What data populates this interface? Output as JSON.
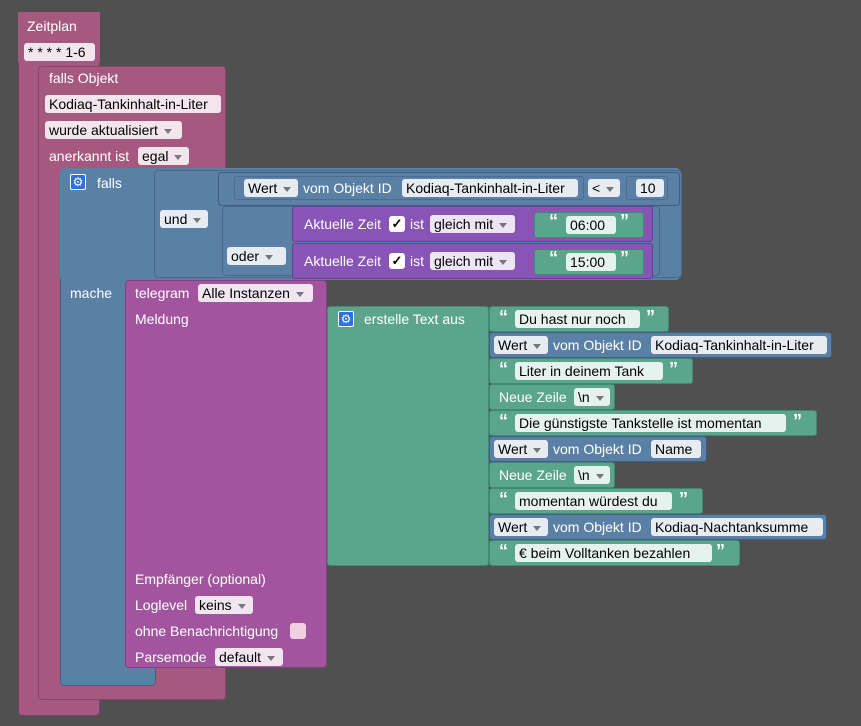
{
  "schedule": {
    "title": "Zeitplan",
    "cron": "* * * * 1-6"
  },
  "trigger": {
    "title": "falls Objekt",
    "object_id": "Kodiaq-Tankinhalt-in-Liter",
    "event": "wurde aktualisiert",
    "ack_label": "anerkannt ist",
    "ack_value": "egal"
  },
  "if_block": {
    "if_label": "falls",
    "do_label": "mache",
    "and_label": "und",
    "or_label": "oder"
  },
  "compare": {
    "value_dropdown": "Wert",
    "of_object_label": "vom Objekt ID",
    "object_id": "Kodiaq-Tankinhalt-in-Liter",
    "operator": "<",
    "number": "10"
  },
  "time_conditions": [
    {
      "label": "Aktuelle Zeit",
      "checked": "✓",
      "is_label": "ist",
      "op": "gleich mit",
      "time": "06:00"
    },
    {
      "label": "Aktuelle Zeit",
      "checked": "✓",
      "is_label": "ist",
      "op": "gleich mit",
      "time": "15:00"
    }
  ],
  "telegram": {
    "label": "telegram",
    "instance": "Alle Instanzen",
    "message_label": "Meldung",
    "recipient_label": "Empfänger (optional)",
    "loglevel_label": "Loglevel",
    "loglevel": "keins",
    "silent_label": "ohne Benachrichtigung",
    "parsemode_label": "Parsemode",
    "parsemode": "default"
  },
  "text_join": {
    "label": "erstelle Text aus",
    "items": [
      {
        "kind": "text",
        "text": "Du hast nur noch"
      },
      {
        "kind": "value",
        "dropdown": "Wert",
        "label": "vom Objekt ID",
        "object": "Kodiaq-Tankinhalt-in-Liter"
      },
      {
        "kind": "text",
        "text": "Liter in deinem Tank"
      },
      {
        "kind": "newline",
        "label": "Neue Zeile",
        "value": "\\n"
      },
      {
        "kind": "text",
        "text": "Die günstigste Tankstelle ist momentan"
      },
      {
        "kind": "value",
        "dropdown": "Wert",
        "label": "vom Objekt ID",
        "object": "Name"
      },
      {
        "kind": "newline",
        "label": "Neue Zeile",
        "value": "\\n"
      },
      {
        "kind": "text",
        "text": "momentan würdest du"
      },
      {
        "kind": "value",
        "dropdown": "Wert",
        "label": "vom Objekt ID",
        "object": "Kodiaq-Nachtanksumme"
      },
      {
        "kind": "text",
        "text": "€ beim Volltanken bezahlen"
      }
    ]
  },
  "icons": {
    "gear": "gear-icon",
    "quote_open": "quote-open-icon",
    "quote_close": "quote-close-icon"
  },
  "colors": {
    "workspace": "#505050",
    "schedule": "#a5597f",
    "if": "#5b80a5",
    "time": "#8854b5",
    "text": "#5ba58c",
    "telegram": "#a2559e"
  }
}
